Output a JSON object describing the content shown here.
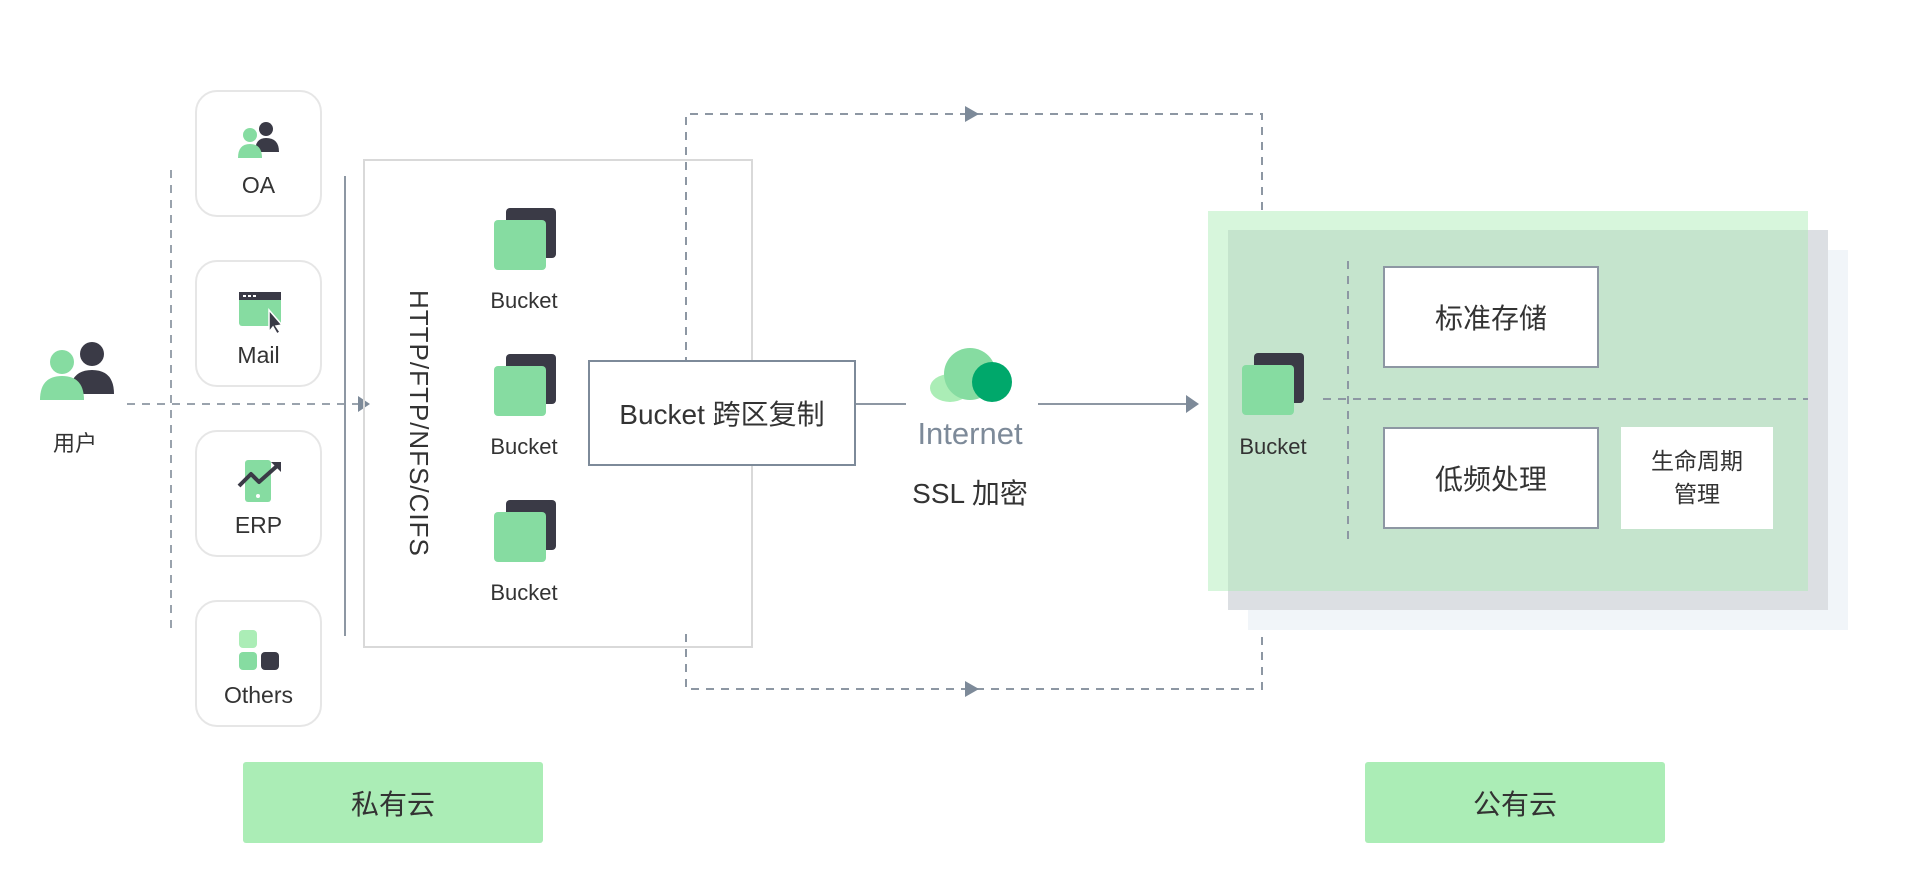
{
  "user": {
    "label": "用户"
  },
  "apps": [
    {
      "label": "OA",
      "icon": "people-icon"
    },
    {
      "label": "Mail",
      "icon": "browser-cursor-icon"
    },
    {
      "label": "ERP",
      "icon": "phone-chart-icon"
    },
    {
      "label": "Others",
      "icon": "blocks-icon"
    }
  ],
  "protocol": {
    "text": "HTTP/FTP/NFS/CIFS"
  },
  "private_buckets": [
    {
      "label": "Bucket"
    },
    {
      "label": "Bucket"
    },
    {
      "label": "Bucket"
    }
  ],
  "replication": {
    "label": "Bucket 跨区复制"
  },
  "internet": {
    "label": "Internet",
    "encryption": "SSL 加密"
  },
  "public_bucket": {
    "label": "Bucket"
  },
  "storage": {
    "standard": "标准存储",
    "infrequent": "低频处理",
    "lifecycle_line1": "生命周期",
    "lifecycle_line2": "管理"
  },
  "clouds": {
    "private": "私有云",
    "public": "公有云"
  },
  "colors": {
    "green": "#86dca1",
    "dark": "#3a3a46",
    "cloud_green": "#00a86b",
    "line": "#7d8a99",
    "label_bg": "#abedb6"
  }
}
